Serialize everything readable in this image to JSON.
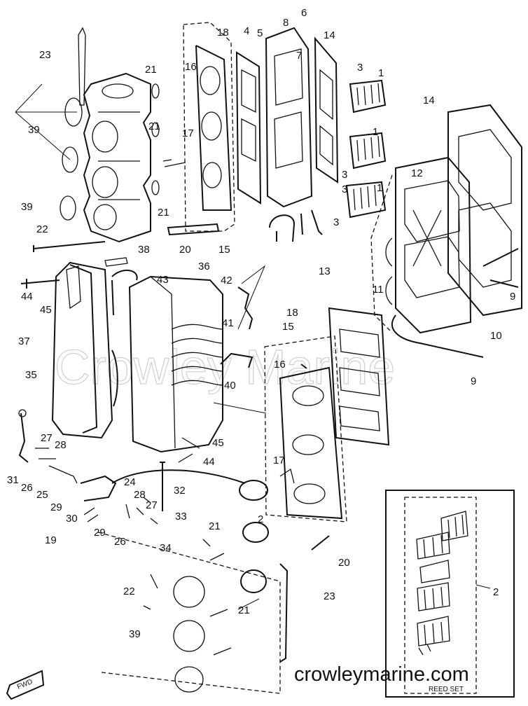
{
  "watermark": "Crowley Marine",
  "website": "crowleymarine.com",
  "fwd_label": "FWD",
  "reed_set_label": "REED SET",
  "callouts": [
    {
      "id": "c23a",
      "text": "23"
    },
    {
      "id": "c21a",
      "text": "21"
    },
    {
      "id": "c39a",
      "text": "39"
    },
    {
      "id": "c21b",
      "text": "21"
    },
    {
      "id": "c39b",
      "text": "39"
    },
    {
      "id": "c21c",
      "text": "21"
    },
    {
      "id": "c22a",
      "text": "22"
    },
    {
      "id": "c16a",
      "text": "16"
    },
    {
      "id": "c17a",
      "text": "17"
    },
    {
      "id": "c18a",
      "text": "18"
    },
    {
      "id": "c4",
      "text": "4"
    },
    {
      "id": "c5",
      "text": "5"
    },
    {
      "id": "c6",
      "text": "6"
    },
    {
      "id": "c8",
      "text": "8"
    },
    {
      "id": "c7",
      "text": "7"
    },
    {
      "id": "c14a",
      "text": "14"
    },
    {
      "id": "c3a",
      "text": "3"
    },
    {
      "id": "c1a",
      "text": "1"
    },
    {
      "id": "c1b",
      "text": "1"
    },
    {
      "id": "c3b",
      "text": "3"
    },
    {
      "id": "c3c",
      "text": "3"
    },
    {
      "id": "c3d",
      "text": "3"
    },
    {
      "id": "c1c",
      "text": "1"
    },
    {
      "id": "c14b",
      "text": "14"
    },
    {
      "id": "c12",
      "text": "12"
    },
    {
      "id": "c13",
      "text": "13"
    },
    {
      "id": "c20a",
      "text": "20"
    },
    {
      "id": "c15a",
      "text": "15"
    },
    {
      "id": "c38",
      "text": "38"
    },
    {
      "id": "c43",
      "text": "43"
    },
    {
      "id": "c36",
      "text": "36"
    },
    {
      "id": "c42",
      "text": "42"
    },
    {
      "id": "c41",
      "text": "41"
    },
    {
      "id": "c40",
      "text": "40"
    },
    {
      "id": "c44a",
      "text": "44"
    },
    {
      "id": "c45a",
      "text": "45"
    },
    {
      "id": "c37",
      "text": "37"
    },
    {
      "id": "c35",
      "text": "35"
    },
    {
      "id": "c11",
      "text": "11"
    },
    {
      "id": "c9a",
      "text": "9"
    },
    {
      "id": "c10",
      "text": "10"
    },
    {
      "id": "c9b",
      "text": "9"
    },
    {
      "id": "c18b",
      "text": "18"
    },
    {
      "id": "c15b",
      "text": "15"
    },
    {
      "id": "c16b",
      "text": "16"
    },
    {
      "id": "c17b",
      "text": "17"
    },
    {
      "id": "c45b",
      "text": "45"
    },
    {
      "id": "c44b",
      "text": "44"
    },
    {
      "id": "c27a",
      "text": "27"
    },
    {
      "id": "c28a",
      "text": "28"
    },
    {
      "id": "c31",
      "text": "31"
    },
    {
      "id": "c26a",
      "text": "26"
    },
    {
      "id": "c25",
      "text": "25"
    },
    {
      "id": "c24",
      "text": "24"
    },
    {
      "id": "c32",
      "text": "32"
    },
    {
      "id": "c29a",
      "text": "29"
    },
    {
      "id": "c28b",
      "text": "28"
    },
    {
      "id": "c27b",
      "text": "27"
    },
    {
      "id": "c30",
      "text": "30"
    },
    {
      "id": "c33",
      "text": "33"
    },
    {
      "id": "c29b",
      "text": "29"
    },
    {
      "id": "c19",
      "text": "19"
    },
    {
      "id": "c26b",
      "text": "26"
    },
    {
      "id": "c34",
      "text": "34"
    },
    {
      "id": "c21d",
      "text": "21"
    },
    {
      "id": "c2a",
      "text": "2"
    },
    {
      "id": "c20b",
      "text": "20"
    },
    {
      "id": "c22b",
      "text": "22"
    },
    {
      "id": "c21e",
      "text": "21"
    },
    {
      "id": "c23b",
      "text": "23"
    },
    {
      "id": "c39c",
      "text": "39"
    },
    {
      "id": "c2b",
      "text": "2"
    }
  ]
}
